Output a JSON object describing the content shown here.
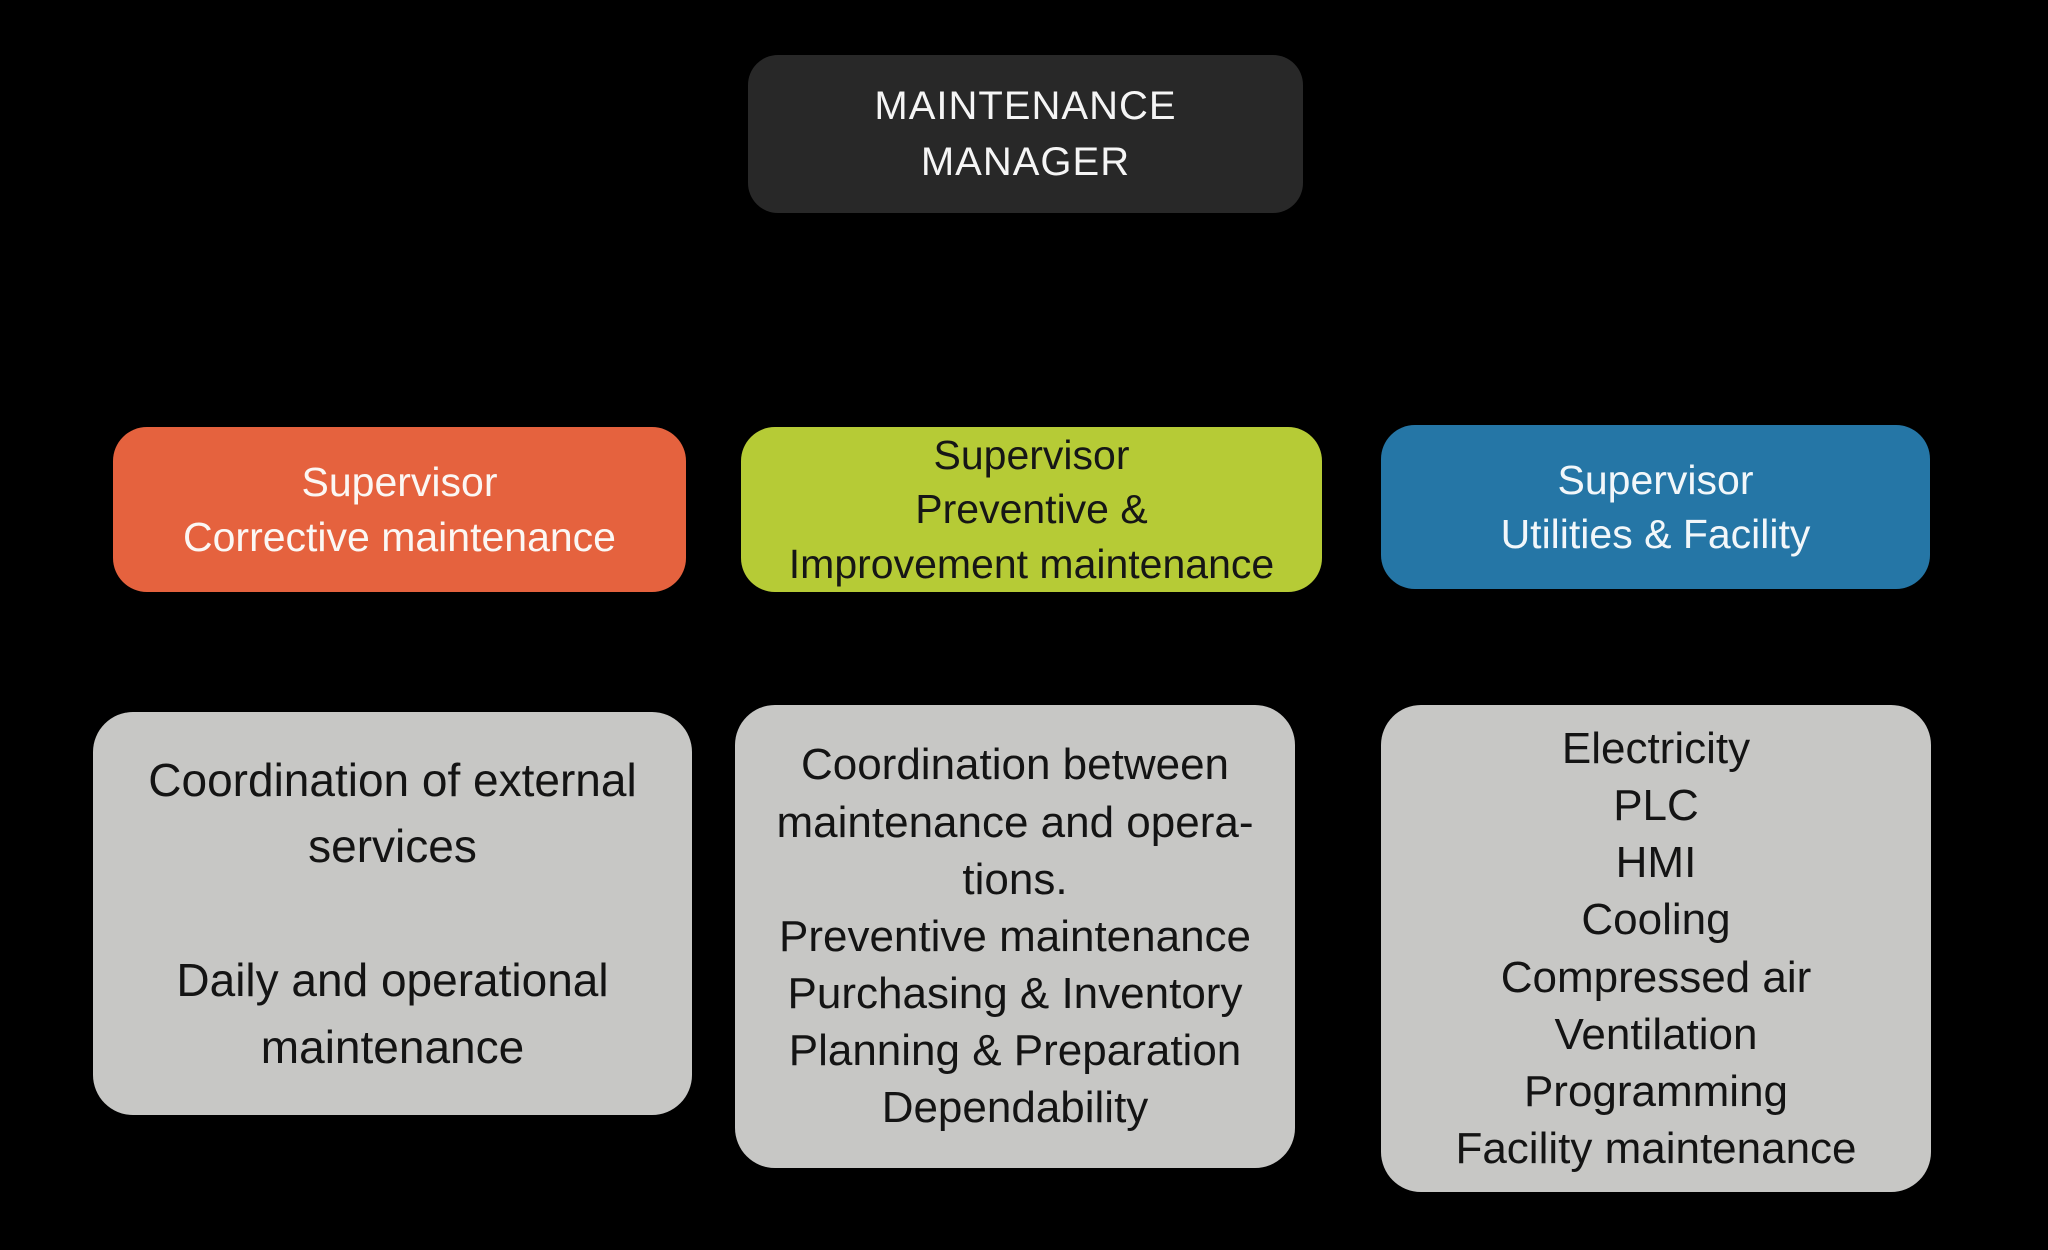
{
  "page": {
    "background": "#000000",
    "type": "organization-chart"
  },
  "manager_box": {
    "lines": [
      "MAINTENANCE",
      "MANAGER"
    ],
    "bg": "#282828",
    "fg": "#F5F5F5"
  },
  "columns": [
    {
      "id": "corrective-maintenance",
      "supervisor": {
        "lines": [
          "Supervisor",
          "Corrective maintenance"
        ],
        "bg": "#E5623E",
        "fg": "#FBF7F4"
      },
      "duties": {
        "lines": [
          "Coordination of external services",
          "",
          "Daily and operational maintenance"
        ],
        "bg": "#C7C7C5",
        "fg": "#141414"
      }
    },
    {
      "id": "preventive-improvement-maintenance",
      "supervisor": {
        "lines": [
          "Supervisor",
          "Preventive &",
          "Improvement maintenance"
        ],
        "bg": "#B6CB36",
        "fg": "#161616"
      },
      "duties": {
        "lines": [
          "Coordination between maintenance and opera-tions.",
          "Preventive maintenance",
          "Purchasing & Inventory",
          "Planning & Preparation",
          "Dependability"
        ],
        "bg": "#C7C7C5",
        "fg": "#141414"
      }
    },
    {
      "id": "utilities-facility",
      "supervisor": {
        "lines": [
          "Supervisor",
          "Utilities & Facility"
        ],
        "bg": "#2576A6",
        "fg": "#F2F7FA"
      },
      "duties": {
        "lines": [
          "Electricity",
          "PLC",
          "HMI",
          "Cooling",
          "Compressed air",
          "Ventilation",
          "Programming",
          "Facility maintenance"
        ],
        "bg": "#C7C7C5",
        "fg": "#141414"
      }
    }
  ]
}
